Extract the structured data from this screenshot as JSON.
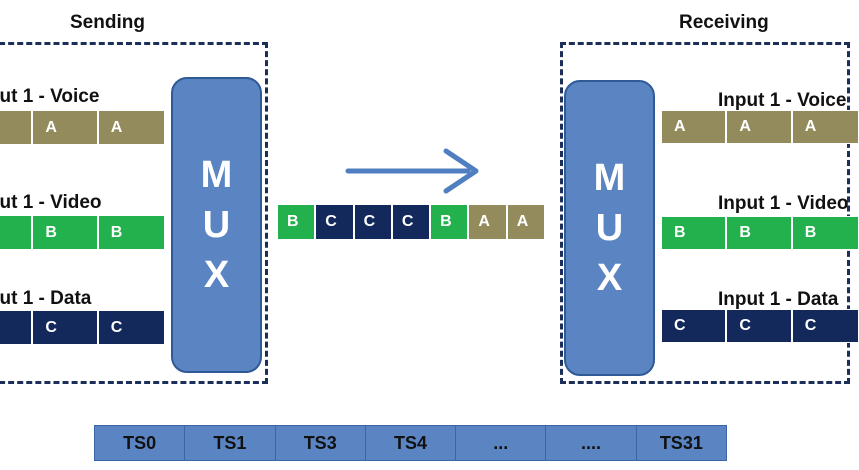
{
  "sending": {
    "title": "Sending"
  },
  "receiving": {
    "title": "Receiving"
  },
  "colors": {
    "voice": "#938b5c",
    "video": "#22b14c",
    "data": "#13285b",
    "mux": "#5b85c2",
    "box_border": "#1c2f5a"
  },
  "inputs": [
    {
      "label": "Input 1 - Voice",
      "cells": [
        "A",
        "A",
        "A"
      ],
      "color": "#938b5c"
    },
    {
      "label": "Input 1 - Video",
      "cells": [
        "B",
        "B",
        "B"
      ],
      "color": "#22b14c"
    },
    {
      "label": "Input 1 - Data",
      "cells": [
        "C",
        "C",
        "C"
      ],
      "color": "#13285b"
    }
  ],
  "mux": {
    "letters": [
      "M",
      "U",
      "X"
    ]
  },
  "stream": {
    "cells": [
      {
        "text": "B",
        "color": "#22b14c"
      },
      {
        "text": "C",
        "color": "#13285b"
      },
      {
        "text": "C",
        "color": "#13285b"
      },
      {
        "text": "C",
        "color": "#13285b"
      },
      {
        "text": "B",
        "color": "#22b14c"
      },
      {
        "text": "A",
        "color": "#938b5c"
      },
      {
        "text": "A",
        "color": "#938b5c"
      }
    ]
  },
  "timeslots": [
    "TS0",
    "TS1",
    "TS3",
    "TS4",
    "...",
    "....",
    "TS31"
  ]
}
